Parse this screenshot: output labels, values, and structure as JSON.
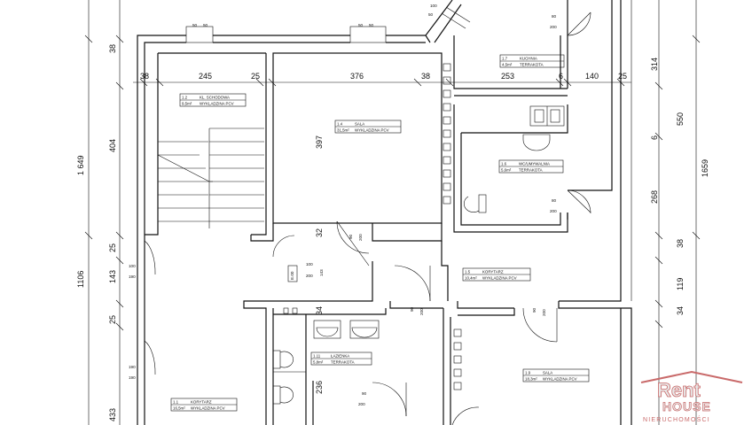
{
  "dimensions": {
    "top": {
      "d245": "245",
      "d25a": "25",
      "d38a": "38",
      "d376": "376",
      "d38b": "38",
      "d253": "253",
      "d6a": "6",
      "d140": "140",
      "d25b": "25"
    },
    "left": {
      "d38": "38",
      "d404": "404",
      "d1649": "1 649",
      "d25a": "25",
      "d143": "143",
      "d1106": "1106",
      "d25b": "25",
      "d433": "433"
    },
    "right": {
      "d314": "314",
      "d550": "550",
      "d6": "6",
      "d1659": "1659",
      "d268": "268",
      "d38": "38",
      "d119": "119",
      "d34": "34"
    },
    "inner": {
      "d397": "397",
      "d32": "32",
      "d34": "34",
      "d236": "236"
    }
  },
  "openings": {
    "vent1": "50",
    "vent1b": "50",
    "vent2": "50",
    "vent2b": "50",
    "stairtop_a": "100",
    "stairtop_b": "50",
    "kitchen_door_a": "80",
    "kitchen_door_b": "200",
    "wc_door_a": "80",
    "wc_door_b": "200",
    "sala_door_a": "90",
    "sala_door_b": "200",
    "left1_a": "100",
    "left1_b": "190",
    "left2_a": "190",
    "left2_b": "190",
    "closet_a": "100",
    "closet_b": "200",
    "closet_c": "143",
    "corr_door_a": "90",
    "corr_door_b": "200",
    "korytarz_door_a": "90",
    "korytarz_door_b": "200",
    "bath_door_a": "90",
    "bath_door_b": "200",
    "closet_label": "E.00"
  },
  "rooms": {
    "stairs": {
      "name": "KL. SCHODOWA",
      "code": "1.2",
      "area": "9,5m²",
      "floor": "WYKLADZINA PCV"
    },
    "sala1": {
      "name": "SALA",
      "code": "1.4",
      "area": "31,5m²",
      "floor": "WYKLADZINA PCV"
    },
    "kuchnia": {
      "name": "KUCHNIA",
      "code": "1.7",
      "area": "4,5m²",
      "floor": "TERRAKOTA"
    },
    "wc": {
      "name": "WC/UMYWALNIA",
      "code": "1.6",
      "area": "5,6m²",
      "floor": "TERRAKOTA"
    },
    "korytarz1": {
      "name": "KORYTARZ",
      "code": "1.5",
      "area": "10,4m²",
      "floor": "WYKLADZINA PCV"
    },
    "lazienka": {
      "name": "ŁAZIENKA",
      "code": "1.11",
      "area": "5,8m²",
      "floor": "TERRAKOTA"
    },
    "sala2": {
      "name": "SALA",
      "code": "1.9",
      "area": "18,3m²",
      "floor": "WYKLADZINA PCV"
    },
    "korytarz2": {
      "name": "KORYTARZ",
      "code": "1.1",
      "area": "16,5m²",
      "floor": "WYKLADZINA PCV"
    }
  },
  "logo": {
    "line1": "Rent",
    "line2": "HOUSE",
    "line3": "NIERUCHOMOŚCI",
    "color": "#c96a6a"
  }
}
